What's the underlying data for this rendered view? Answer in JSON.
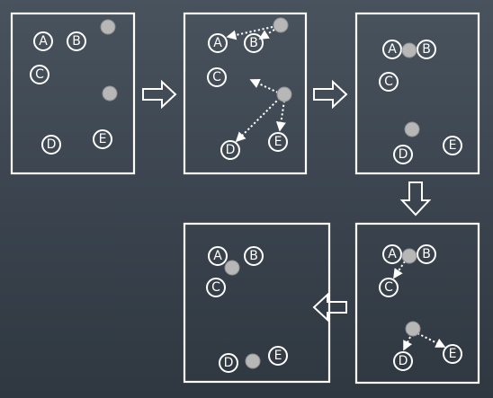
{
  "labels": {
    "a": "A",
    "b": "B",
    "c": "C",
    "d": "D",
    "e": "E"
  },
  "colors": {
    "background": "#3b4550",
    "foreground": "#ffffff",
    "centroid": "#b7b7b7"
  },
  "steps": [
    "initial-centroids",
    "assign-points",
    "move-centroids",
    "reassign-points",
    "final-centroids"
  ]
}
